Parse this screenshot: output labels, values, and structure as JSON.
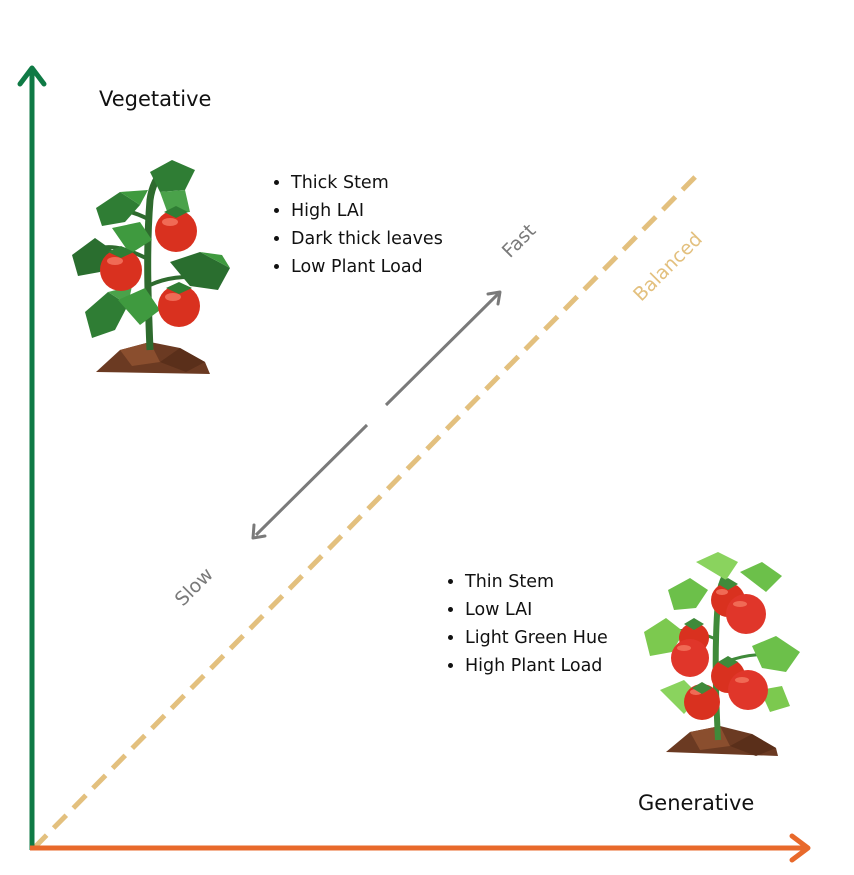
{
  "axes": {
    "y_label": "Vegetative",
    "x_label": "Generative",
    "y_color": "#0f7a45",
    "x_color": "#e8692b"
  },
  "balanced": {
    "label": "Balanced",
    "color": "#e3c07e"
  },
  "speed": {
    "fast": "Fast",
    "slow": "Slow",
    "color": "#7a7a7a"
  },
  "vegetative_traits": [
    "Thick Stem",
    "High LAI",
    "Dark thick leaves",
    "Low Plant Load"
  ],
  "generative_traits": [
    "Thin Stem",
    "Low LAI",
    "Light Green Hue",
    "High Plant Load"
  ],
  "icons": [
    "vegetative-tomato-plant-icon",
    "generative-tomato-plant-icon"
  ]
}
